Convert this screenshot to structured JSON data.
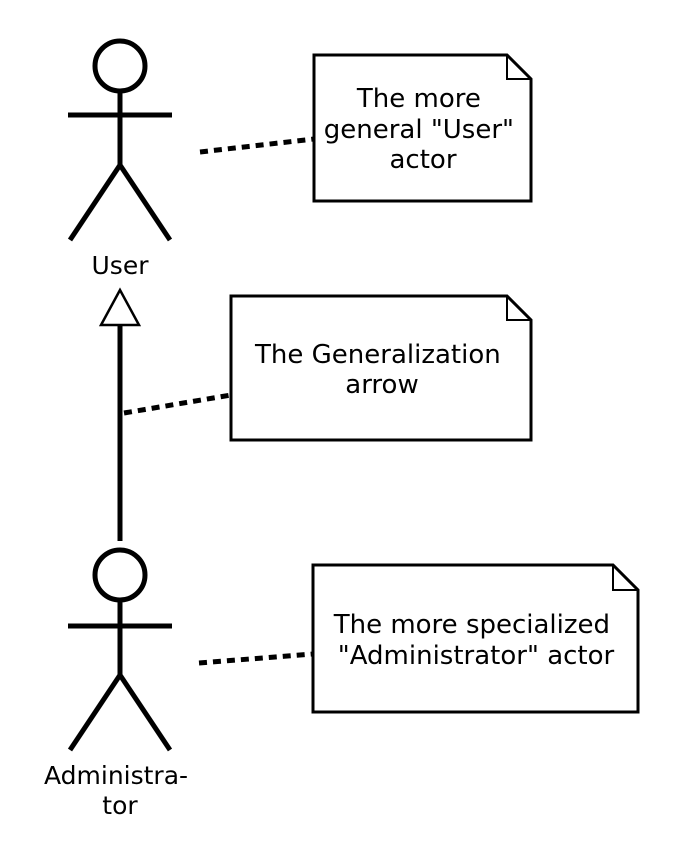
{
  "diagram": {
    "actors": {
      "user": {
        "label": "User"
      },
      "administrator": {
        "label_lines": [
          "Administra-",
          "tor"
        ]
      }
    },
    "notes": {
      "user_note": {
        "lines": [
          "The more",
          "general \"User\"",
          "actor"
        ]
      },
      "generalization_note": {
        "lines": [
          "The Generalization",
          "arrow"
        ]
      },
      "administrator_note": {
        "lines": [
          "The more specialized",
          "\"Administrator\" actor"
        ]
      }
    }
  }
}
